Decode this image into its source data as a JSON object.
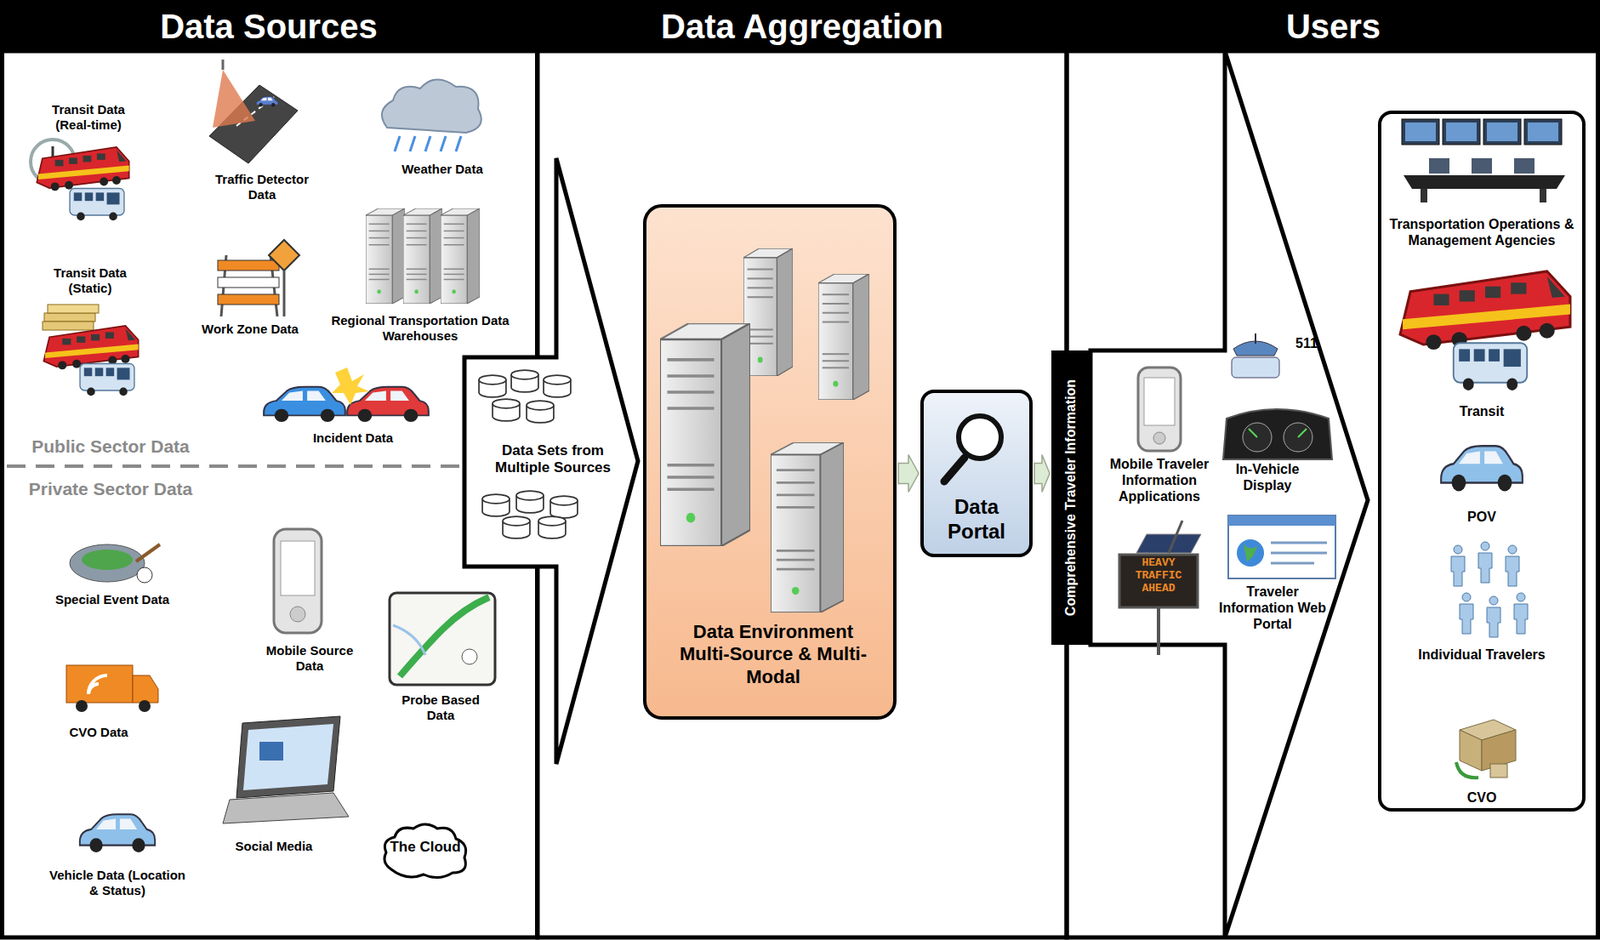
{
  "diagram": {
    "nodes": [
      {
        "text": [
          "Data Sources"
        ]
      },
      {
        "text": [
          "The Cloud"
        ],
        "in": 0
      },
      {
        "text": [
          "Data Aggregation"
        ]
      },
      {
        "text": [
          "Data Environment Multi-Source & Multi-Modal"
        ],
        "in": 2
      },
      {
        "text": [
          "Data Portal"
        ],
        "in": 2
      },
      {
        "text": [
          "Comprehensive Traveler Information"
        ]
      },
      {
        "text": [
          "Users"
        ]
      },
      {
        "text": [
          "Transportation Operations & Management Agencies",
          "Transit",
          "POV",
          "Individual Travelers",
          "CVO"
        ],
        "in": 6
      }
    ],
    "edges": [
      {
        "from": 3,
        "to": 4,
        "arrow": "to"
      },
      {
        "from": 4,
        "to": 5,
        "arrow": "to"
      }
    ],
    "labels": [
      "Transit Data (Real-time)",
      "Traffic Detector Data",
      "Weather Data",
      "Transit Data (Static)",
      "Work Zone Data",
      "Regional Transportation Data Warehouses",
      "Incident Data",
      "Public Sector Data",
      "Private Sector Data",
      "Special Event Data",
      "Mobile Source Data",
      "Probe Based Data",
      "CVO Data",
      "Social Media",
      "Vehicle Data (Location & Status)",
      "Data Sets from Multiple Sources",
      "511",
      "Mobile Traveler Information Applications",
      "In-Vehicle Display",
      "HEAVY TRAFFIC AHEAD",
      "Traveler Information Web Portal"
    ]
  }
}
